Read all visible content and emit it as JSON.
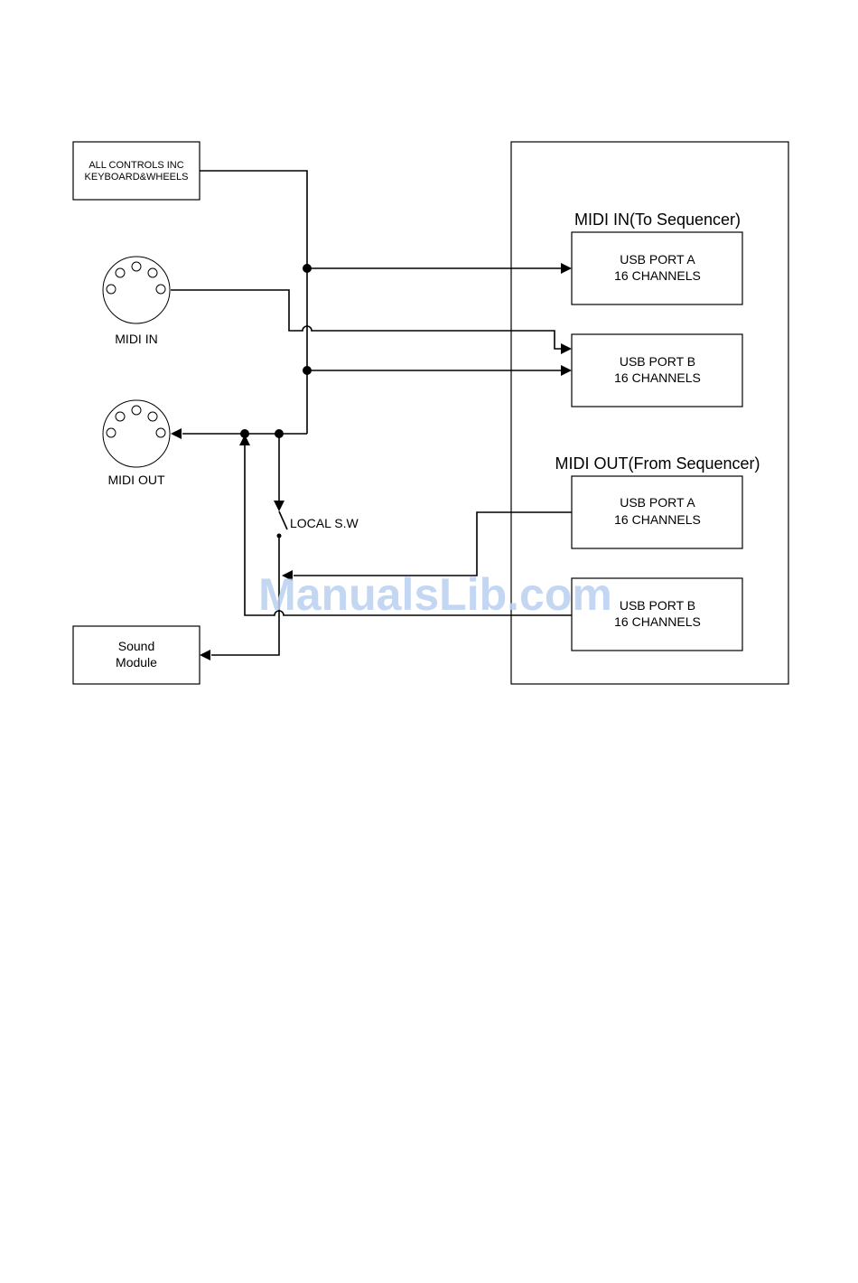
{
  "controls_box": {
    "line1": "ALL CONTROLS INC",
    "line2": "KEYBOARD&WHEELS"
  },
  "midi_in_connector": {
    "label": "MIDI IN",
    "icon": "din-5-pin-connector-icon"
  },
  "midi_out_connector": {
    "label": "MIDI OUT",
    "icon": "din-5-pin-connector-icon"
  },
  "local_switch": {
    "label": "LOCAL S.W",
    "icon": "switch-icon"
  },
  "sound_module": {
    "line1": "Sound",
    "line2": "Module"
  },
  "midi_in_group": {
    "title": "MIDI IN(To Sequencer)",
    "port_a": {
      "line1": "USB PORT A",
      "line2": "16 CHANNELS"
    },
    "port_b": {
      "line1": "USB PORT B",
      "line2": "16 CHANNELS"
    }
  },
  "midi_out_group": {
    "title": "MIDI OUT(From Sequencer)",
    "port_a": {
      "line1": "USB PORT A",
      "line2": "16 CHANNELS"
    },
    "port_b": {
      "line1": "USB PORT B",
      "line2": "16 CHANNELS"
    }
  },
  "watermark": "ManualsLib.com"
}
